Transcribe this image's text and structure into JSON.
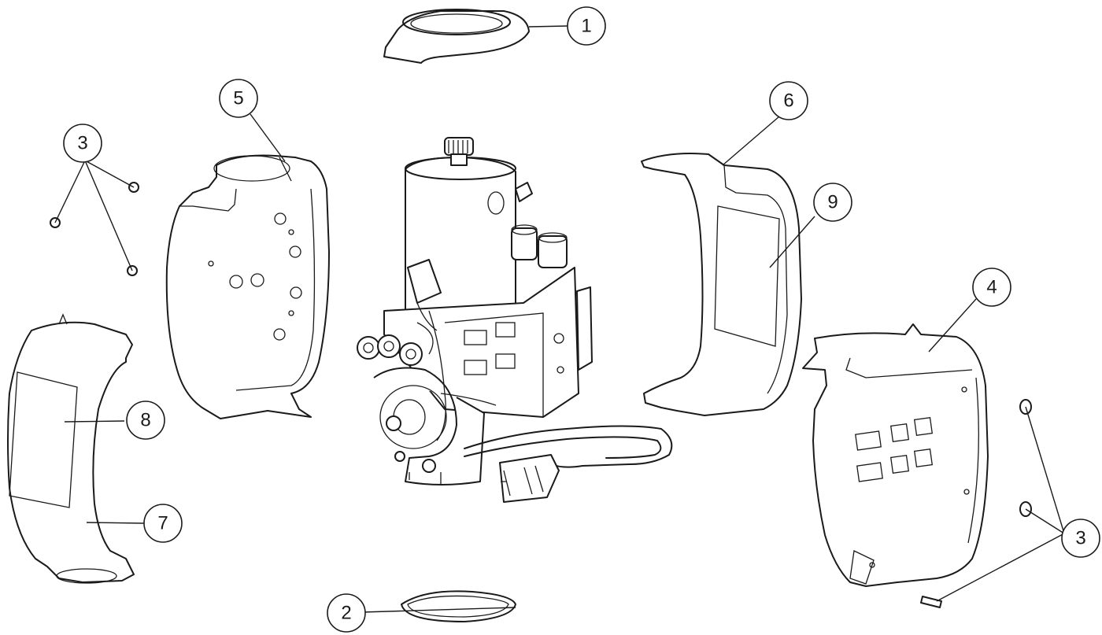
{
  "callouts": {
    "c1": "1",
    "c2": "2",
    "c3_left": "3",
    "c3_right": "3",
    "c4": "4",
    "c5": "5",
    "c6": "6",
    "c7": "7",
    "c8": "8",
    "c9": "9"
  },
  "colors": {
    "line": "#1a1a1a",
    "background": "#ffffff"
  }
}
